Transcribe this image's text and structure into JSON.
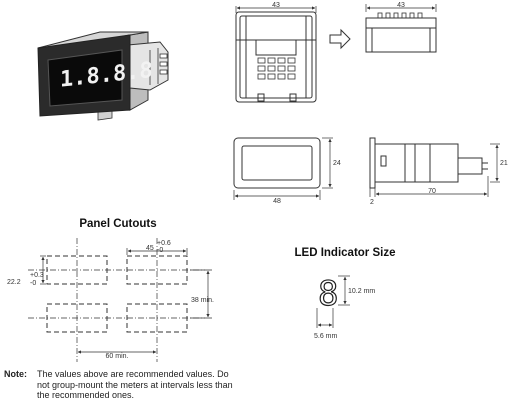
{
  "sections": {
    "panel_cutouts": "Panel Cutouts",
    "led_indicator_size": "LED Indicator Size"
  },
  "product": {
    "display_digits": "1.8.8.8"
  },
  "dimensions": {
    "top_width": "43",
    "top_width_after": "43",
    "body_height": "24",
    "body_width": "48",
    "side_height": "21",
    "side_length": "70",
    "bezel_depth": "2",
    "cutout_width": "45",
    "cutout_width_tol_plus": "+0.6",
    "cutout_width_tol_minus": "-0",
    "cutout_height": "22.2",
    "cutout_height_tol_plus": "+0.3",
    "cutout_height_tol_minus": "-0",
    "vertical_pitch": "38 min.",
    "horizontal_pitch": "60 min.",
    "led_height": "10.2 mm",
    "led_width": "5.6 mm",
    "led_digit": "8"
  },
  "note": {
    "label": "Note:",
    "text": "The values above are recommended values. Do not group-mount the meters at intervals less than the recommended ones."
  },
  "colors": {
    "line": "#333333",
    "display": "#111111",
    "segment": "#f2f2f2"
  }
}
